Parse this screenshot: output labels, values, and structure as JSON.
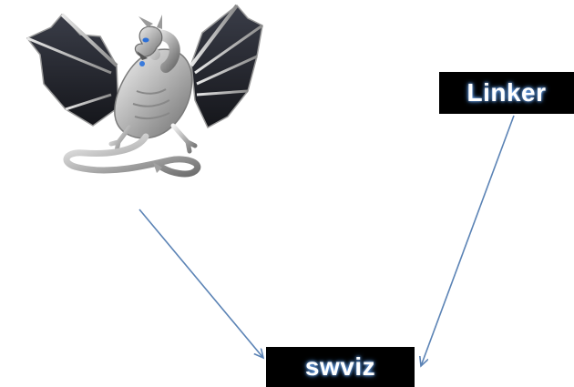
{
  "diagram": {
    "nodes": [
      {
        "id": "clang-dragon",
        "label": "",
        "kind": "logo",
        "icon": "llvm-dragon-icon"
      },
      {
        "id": "linker",
        "label": "Linker",
        "kind": "box"
      },
      {
        "id": "swviz",
        "label": "swviz",
        "kind": "box"
      }
    ],
    "edges": [
      {
        "from": "clang-dragon",
        "to": "swviz"
      },
      {
        "from": "linker",
        "to": "swviz"
      }
    ]
  },
  "colors": {
    "arrow": "#5b83b5",
    "box_fill": "#000000",
    "box_text": "#ffffff",
    "text_glow": "#6ea8ff"
  }
}
